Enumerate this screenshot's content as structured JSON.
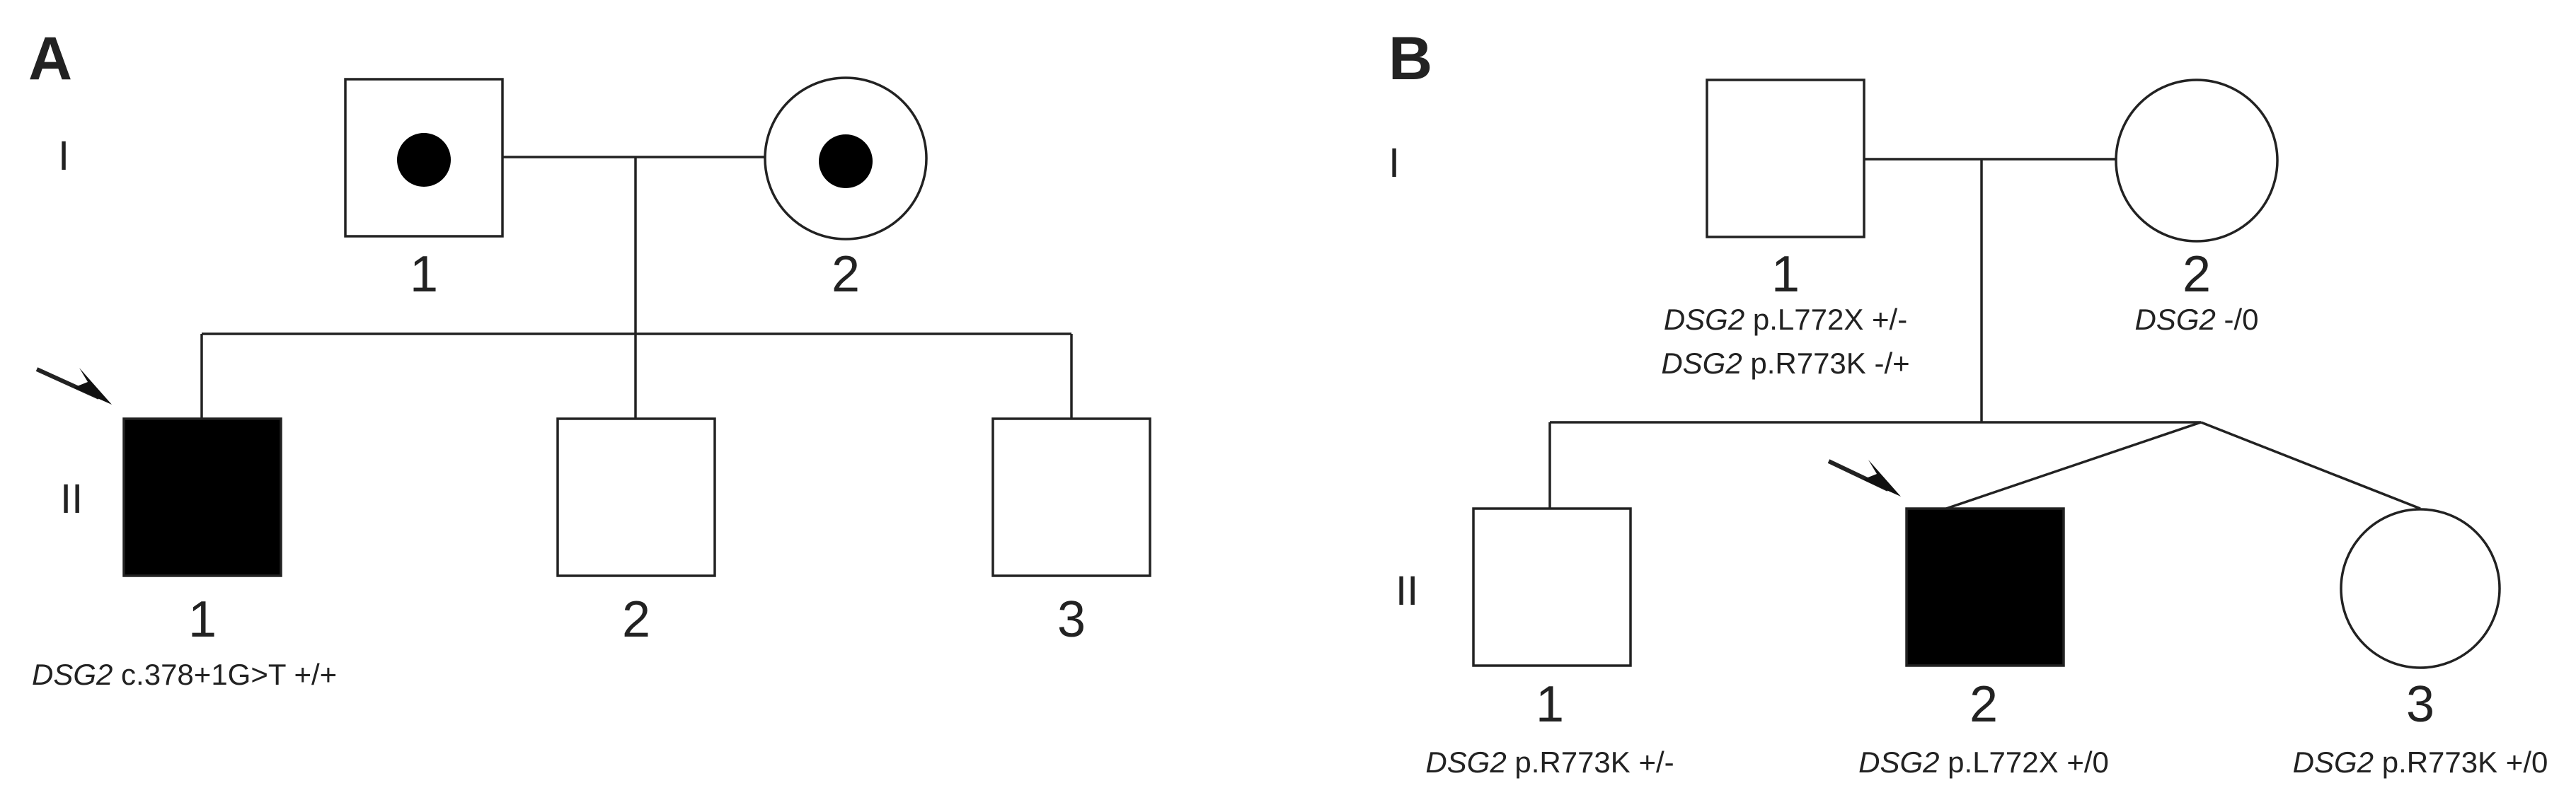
{
  "panels": [
    {
      "letter": "A",
      "generations": [
        "I",
        "II"
      ],
      "individuals": [
        {
          "id": "A-I-1",
          "number": "1",
          "sex": "male",
          "affected": false,
          "carrier_dot": true,
          "proband": false,
          "genotype": []
        },
        {
          "id": "A-I-2",
          "number": "2",
          "sex": "female",
          "affected": false,
          "carrier_dot": true,
          "proband": false,
          "genotype": []
        },
        {
          "id": "A-II-1",
          "number": "1",
          "sex": "male",
          "affected": true,
          "carrier_dot": false,
          "proband": true,
          "genotype": [
            {
              "gene": "DSG2",
              "variant": "c.378+1G>T +/+"
            }
          ]
        },
        {
          "id": "A-II-2",
          "number": "2",
          "sex": "male",
          "affected": false,
          "carrier_dot": false,
          "proband": false,
          "genotype": []
        },
        {
          "id": "A-II-3",
          "number": "3",
          "sex": "male",
          "affected": false,
          "carrier_dot": false,
          "proband": false,
          "genotype": []
        }
      ]
    },
    {
      "letter": "B",
      "generations": [
        "I",
        "II"
      ],
      "individuals": [
        {
          "id": "B-I-1",
          "number": "1",
          "sex": "male",
          "affected": false,
          "carrier_dot": false,
          "proband": false,
          "genotype": [
            {
              "gene": "DSG2",
              "variant": "p.L772X +/-"
            },
            {
              "gene": "DSG2",
              "variant": "p.R773K -/+"
            }
          ]
        },
        {
          "id": "B-I-2",
          "number": "2",
          "sex": "female",
          "affected": false,
          "carrier_dot": false,
          "proband": false,
          "genotype": [
            {
              "gene": "DSG2",
              "variant": "-/0"
            }
          ]
        },
        {
          "id": "B-II-1",
          "number": "1",
          "sex": "male",
          "affected": false,
          "carrier_dot": false,
          "proband": false,
          "genotype": [
            {
              "gene": "DSG2",
              "variant": "p.R773K +/-"
            }
          ]
        },
        {
          "id": "B-II-2",
          "number": "2",
          "sex": "male",
          "affected": true,
          "carrier_dot": false,
          "proband": true,
          "genotype": [
            {
              "gene": "DSG2",
              "variant": "p.L772X +/0"
            }
          ]
        },
        {
          "id": "B-II-3",
          "number": "3",
          "sex": "female",
          "affected": false,
          "carrier_dot": false,
          "proband": false,
          "genotype": [
            {
              "gene": "DSG2",
              "variant": "p.R773K +/0"
            }
          ]
        }
      ]
    }
  ],
  "colors": {
    "line": "#222222",
    "affected_fill": "#000000",
    "background": "#ffffff"
  }
}
